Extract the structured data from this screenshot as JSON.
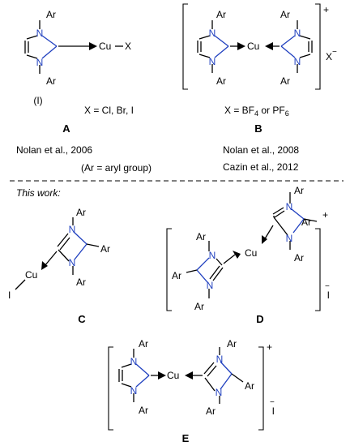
{
  "atoms": {
    "n": "N",
    "ar": "Ar",
    "cu": "Cu",
    "x": "X",
    "i": "I"
  },
  "charges": {
    "plus": "+",
    "minus": "−"
  },
  "A": {
    "roman": "(I)",
    "halides": "X = Cl, Br, I",
    "label": "A",
    "citation": "Nolan et al., 2006",
    "note": "(Ar = aryl group)"
  },
  "B": {
    "x_minus_base": "X",
    "anion_prefix": "X = BF",
    "anion_sub1": "4",
    "anion_mid": " or PF",
    "anion_sub2": "6",
    "label": "B",
    "citation1": "Nolan et al., 2008",
    "citation2": "Cazin et al., 2012"
  },
  "this_work": "This work:",
  "C": {
    "label": "C"
  },
  "D": {
    "label": "D",
    "anion": "I"
  },
  "E": {
    "label": "E",
    "anion": "I"
  }
}
